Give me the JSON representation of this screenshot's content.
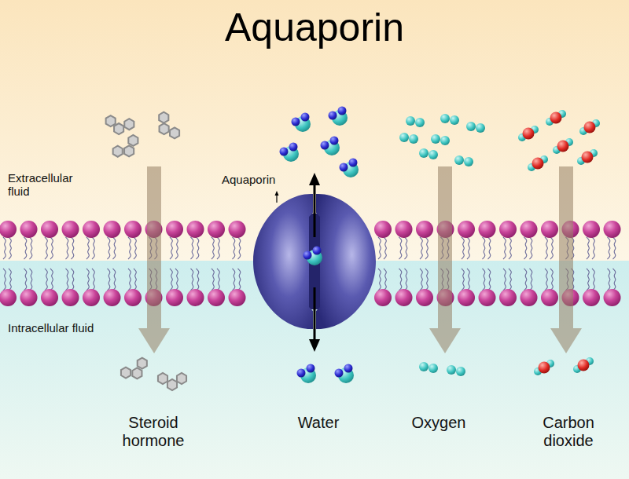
{
  "diagram": {
    "title": "Aquaporin",
    "labels": [
      "Extracellular fluid",
      "Aquaporin",
      "Intracellular fluid",
      "Steroid hormone",
      "Water",
      "Oxygen",
      "Carbon dioxide"
    ]
  }
}
